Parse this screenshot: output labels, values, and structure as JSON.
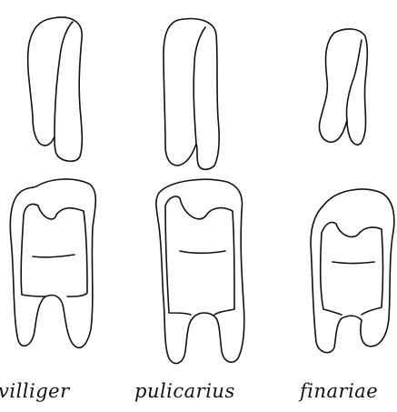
{
  "specimens": [
    {
      "label": "villiger"
    },
    {
      "label": "pulicarius"
    },
    {
      "label": "finariae"
    }
  ],
  "colors": {
    "ink": "#111111",
    "background": "#ffffff"
  }
}
